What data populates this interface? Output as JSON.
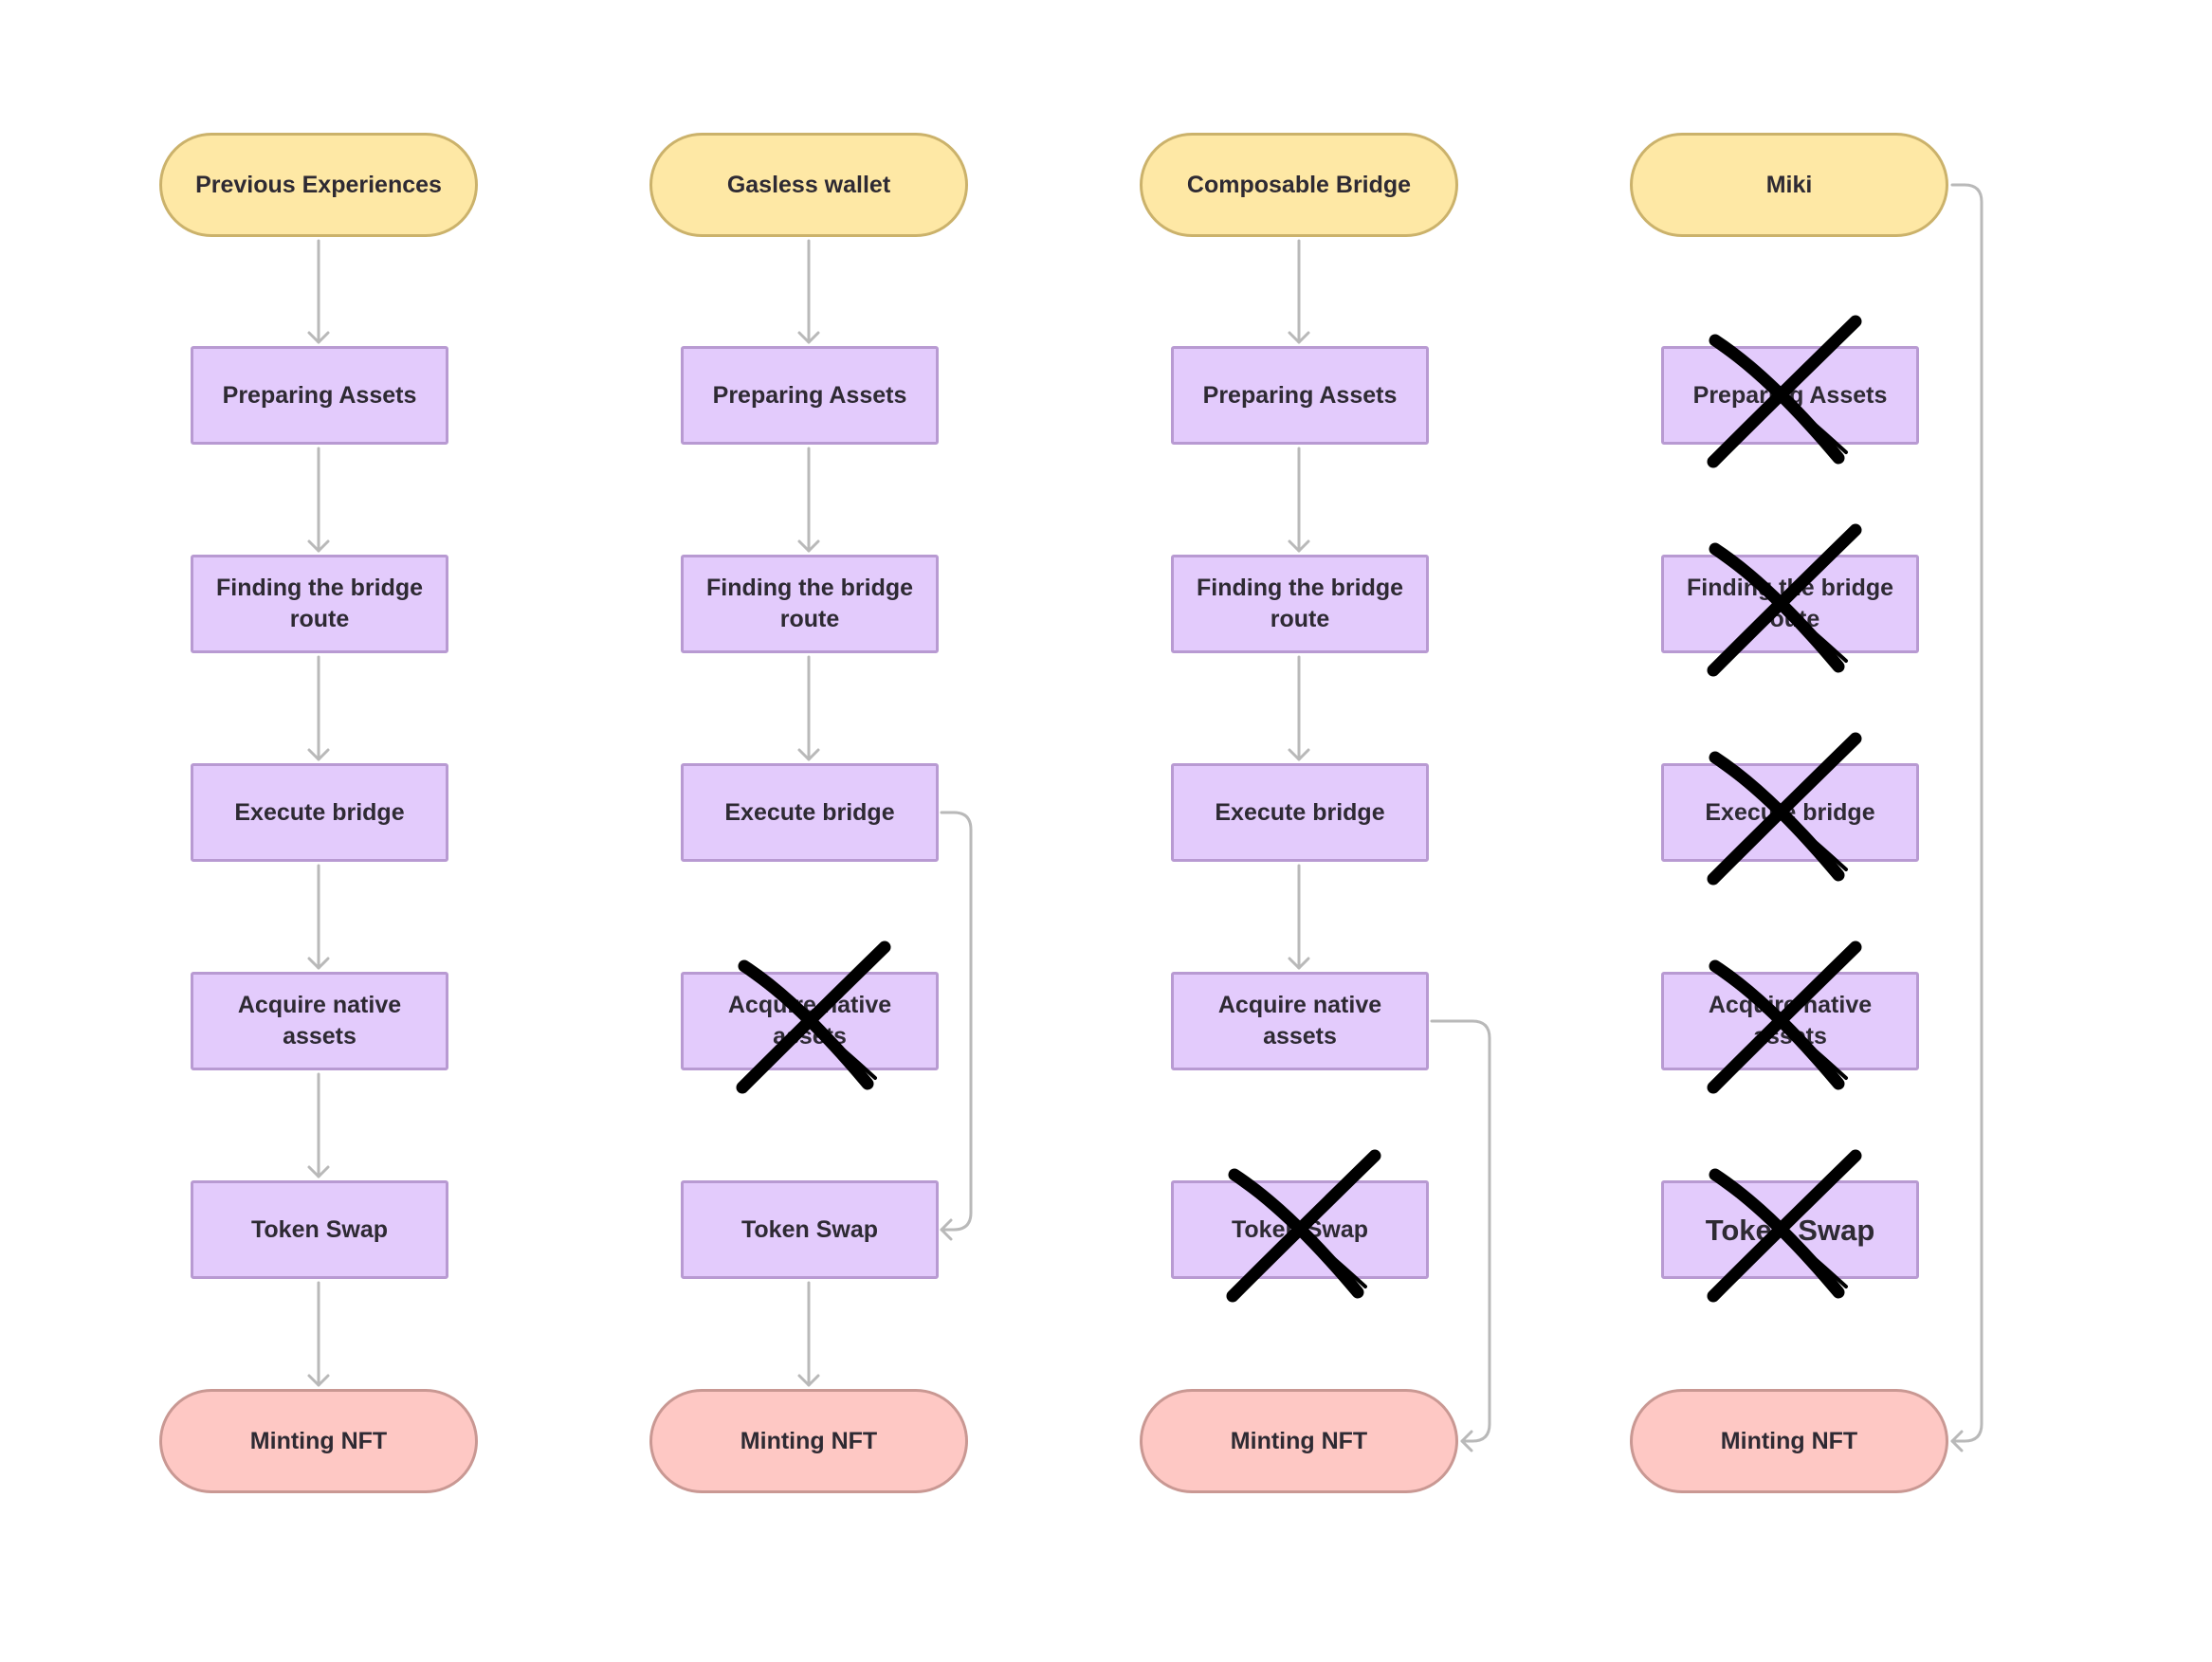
{
  "columns": [
    {
      "title": "Previous Experiences",
      "steps": [
        {
          "label": "Preparing Assets",
          "crossed": false
        },
        {
          "label": "Finding the bridge route",
          "crossed": false
        },
        {
          "label": "Execute bridge",
          "crossed": false
        },
        {
          "label": "Acquire native assets",
          "crossed": false
        },
        {
          "label": "Token Swap",
          "crossed": false
        }
      ],
      "end": "Minting NFT"
    },
    {
      "title": "Gasless wallet",
      "steps": [
        {
          "label": "Preparing Assets",
          "crossed": false
        },
        {
          "label": "Finding the bridge route",
          "crossed": false
        },
        {
          "label": "Execute bridge",
          "crossed": false
        },
        {
          "label": "Acquire native assets",
          "crossed": true
        },
        {
          "label": "Token Swap",
          "crossed": false
        }
      ],
      "end": "Minting NFT"
    },
    {
      "title": "Composable Bridge",
      "steps": [
        {
          "label": "Preparing Assets",
          "crossed": false
        },
        {
          "label": "Finding the bridge route",
          "crossed": false
        },
        {
          "label": "Execute bridge",
          "crossed": false
        },
        {
          "label": "Acquire native assets",
          "crossed": false
        },
        {
          "label": "Token Swap",
          "crossed": true
        }
      ],
      "end": "Minting NFT"
    },
    {
      "title": "Miki",
      "steps": [
        {
          "label": "Preparing Assets",
          "crossed": true
        },
        {
          "label": "Finding the bridge route",
          "crossed": true
        },
        {
          "label": "Execute bridge",
          "crossed": true
        },
        {
          "label": "Acquire native assets",
          "crossed": true
        },
        {
          "label": "Token Swap",
          "crossed": true
        }
      ],
      "end": "Minting NFT"
    }
  ],
  "colors": {
    "start_fill": "#fee8a5",
    "end_fill": "#fec8c4",
    "step_fill": "#e3cbfc",
    "connector": "#b9b9b9",
    "cross": "#000000"
  }
}
